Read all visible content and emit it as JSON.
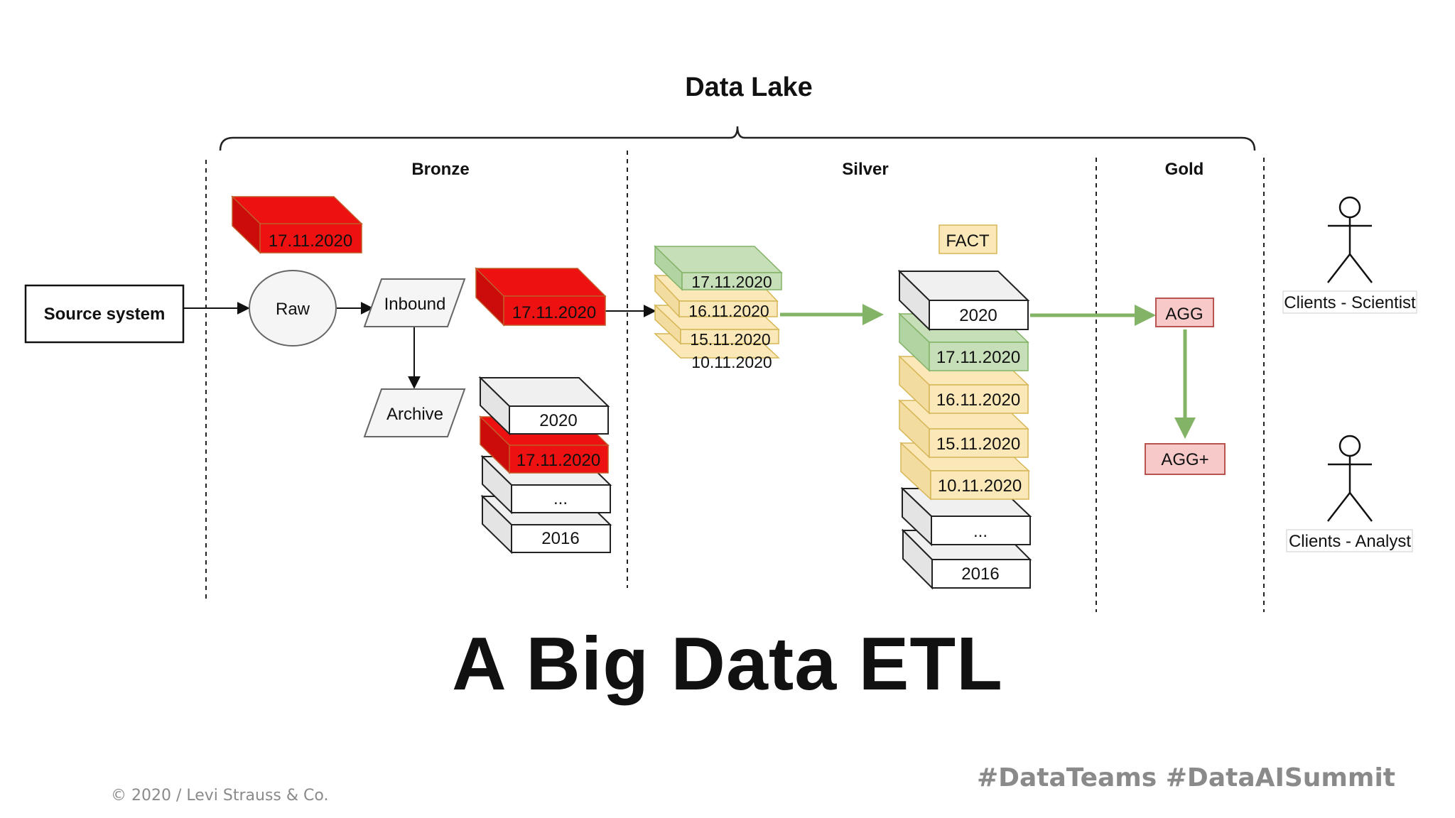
{
  "diagram": {
    "title": "Data Lake",
    "zones": {
      "bronze": "Bronze",
      "silver": "Silver",
      "gold": "Gold"
    },
    "source_label": "Source system",
    "raw_label": "Raw",
    "inbound_label": "Inbound",
    "archive_label": "Archive",
    "bronze_top_block": "17.11.2020",
    "bronze_inbound_block": "17.11.2020",
    "bronze_stack": [
      "2020",
      "17.11.2020",
      "...",
      "2016"
    ],
    "silver_loose_stack": [
      "17.11.2020",
      "16.11.2020",
      "15.11.2020",
      "10.11.2020"
    ],
    "fact_label": "FACT",
    "silver_stack": [
      "2020",
      "17.11.2020",
      "16.11.2020",
      "15.11.2020",
      "10.11.2020",
      "...",
      "2016"
    ],
    "agg_label": "AGG",
    "agg_plus_label": "AGG+",
    "client_scientist": "Clients - Scientist",
    "client_analyst": "Clients - Analyst",
    "colors": {
      "red": "#ee1111",
      "green": "#c6dfb9",
      "yellow": "#fbe8b8",
      "white": "#ffffff",
      "pink": "#f7c9c9",
      "arrow_green": "#82b366"
    }
  },
  "slide": {
    "caption": "A Big Data ETL",
    "copyright": "© 2020 / Levi Strauss & Co.",
    "hashtags": "#DataTeams  #DataAISummit"
  }
}
